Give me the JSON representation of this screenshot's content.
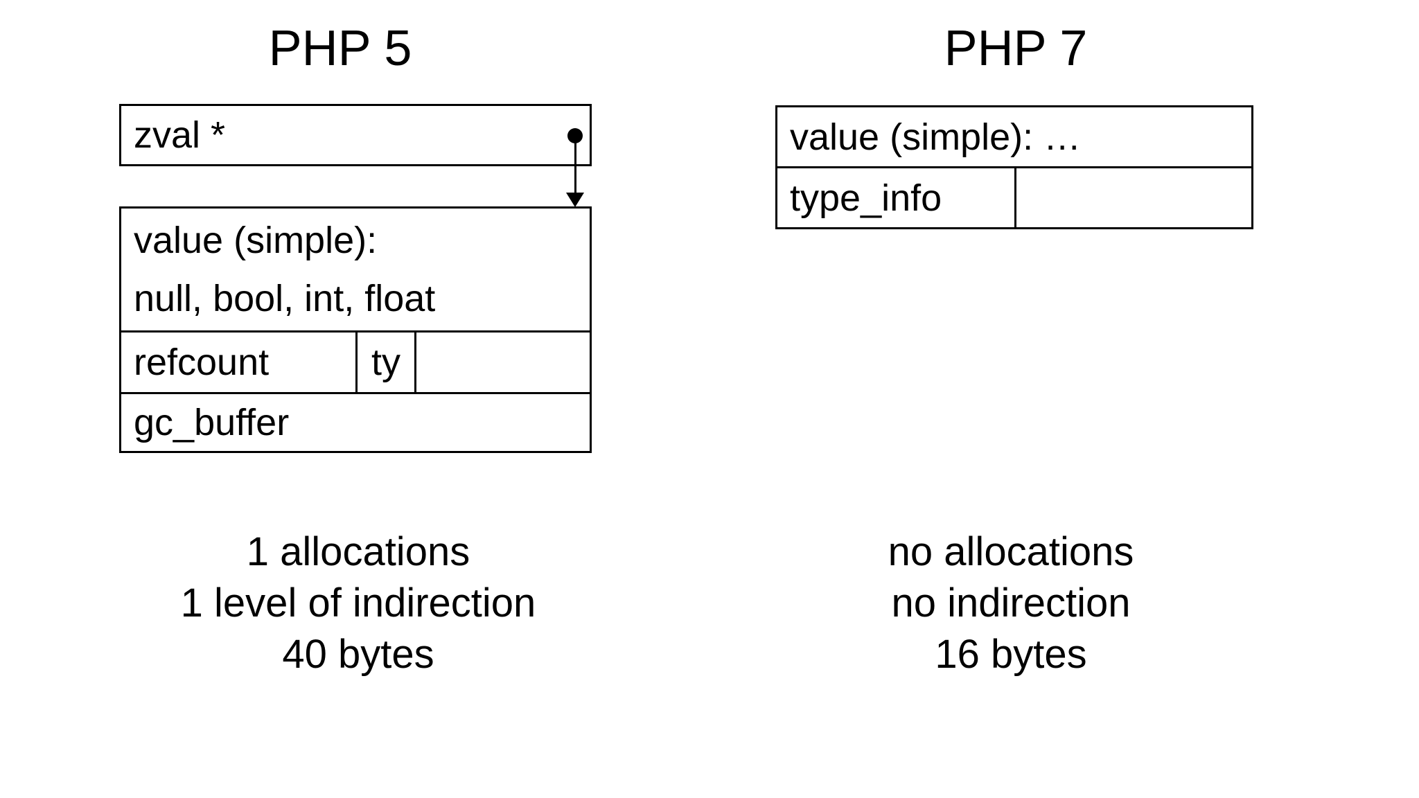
{
  "colors": {
    "ink": "#000000",
    "background": "#ffffff"
  },
  "icons": {
    "pointer_origin_dot": "filled-circle",
    "pointer_arrowhead": "triangle-down"
  },
  "left": {
    "title": "PHP 5",
    "zval_box": {
      "label": "zval *"
    },
    "value_box": {
      "value_line1": "value (simple):",
      "value_line2": "null, bool, int, float",
      "refcount": "refcount",
      "ty": "ty",
      "gc_buffer": "gc_buffer"
    },
    "caption": [
      "1 allocations",
      "1 level of indirection",
      "40 bytes"
    ]
  },
  "right": {
    "title": "PHP 7",
    "value_box": {
      "value": "value (simple): …",
      "type_info": "type_info"
    },
    "caption": [
      "no allocations",
      "no indirection",
      "16 bytes"
    ]
  }
}
